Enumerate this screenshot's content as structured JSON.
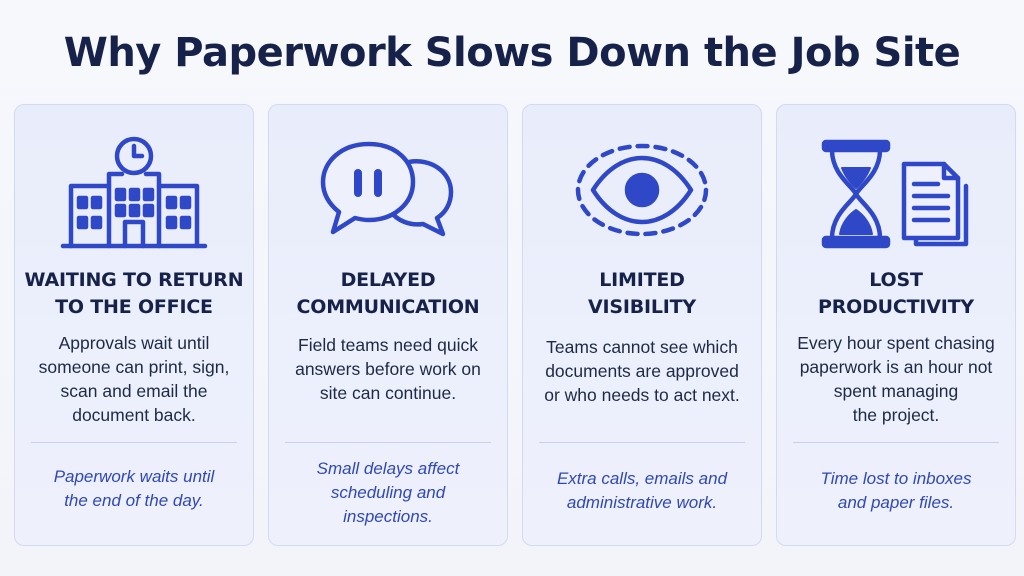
{
  "title": "Why Paperwork Slows Down the Job Site",
  "accent_color": "#2f48c8",
  "cards": [
    {
      "icon": "office-building-clock-icon",
      "heading": [
        "WAITING TO RETURN",
        "TO THE OFFICE"
      ],
      "body": [
        "Approvals wait until",
        "someone can print, sign,",
        "scan and email the",
        "document back."
      ],
      "footer": [
        "Paperwork waits until",
        "the end of the day."
      ]
    },
    {
      "icon": "chat-bubbles-pause-icon",
      "heading": [
        "DELAYED",
        "COMMUNICATION"
      ],
      "body": [
        "Field teams need quick",
        "answers before work on",
        "site can continue."
      ],
      "footer": [
        "Small delays affect",
        "scheduling and",
        "inspections."
      ]
    },
    {
      "icon": "eye-icon",
      "heading": [
        "LIMITED",
        "VISIBILITY"
      ],
      "body": [
        "Teams cannot see which",
        "documents are approved",
        "or who needs to act next."
      ],
      "footer": [
        "Extra calls, emails and",
        "administrative work."
      ]
    },
    {
      "icon": "hourglass-document-icon",
      "heading": [
        "LOST",
        "PRODUCTIVITY"
      ],
      "body": [
        "Every hour spent chasing",
        "paperwork is an hour not",
        "spent managing",
        "the project."
      ],
      "footer": [
        "Time lost to inboxes",
        "and paper files."
      ]
    }
  ]
}
